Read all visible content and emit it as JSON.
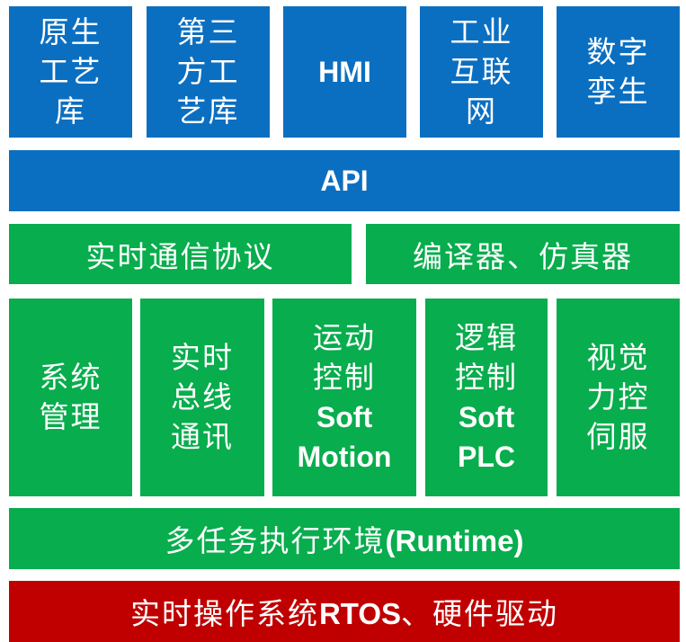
{
  "colors": {
    "application_layer": "#0b6fc1",
    "runtime_layer": "#08ad4d",
    "os_layer": "#c00000",
    "text": "#ffffff"
  },
  "application_row": [
    {
      "label": "原生\n工艺\n库"
    },
    {
      "label": "第三\n方工\n艺库"
    },
    {
      "label": "HMI"
    },
    {
      "label": "工业\n互联\n网"
    },
    {
      "label": "数字\n孪生"
    }
  ],
  "api_bar": {
    "label": "API"
  },
  "toolchain_row": [
    {
      "label": "实时通信协议"
    },
    {
      "label": "编译器、仿真器"
    }
  ],
  "function_row": [
    {
      "cn": "系统\n管理"
    },
    {
      "cn": "实时\n总线\n通讯"
    },
    {
      "cn_1": "运动",
      "cn_2": "控制",
      "en_1": "Soft",
      "en_2": "Motion"
    },
    {
      "cn_1": "逻辑",
      "cn_2": "控制",
      "en_1": "Soft",
      "en_2": "PLC"
    },
    {
      "cn": "视觉\n力控\n伺服"
    }
  ],
  "runtime_bar": {
    "cn": "多任务执行环境",
    "en": "(Runtime)"
  },
  "os_bar": {
    "cn_1": "实时操作系统",
    "en": "RTOS",
    "cn_2": "、硬件驱动"
  }
}
